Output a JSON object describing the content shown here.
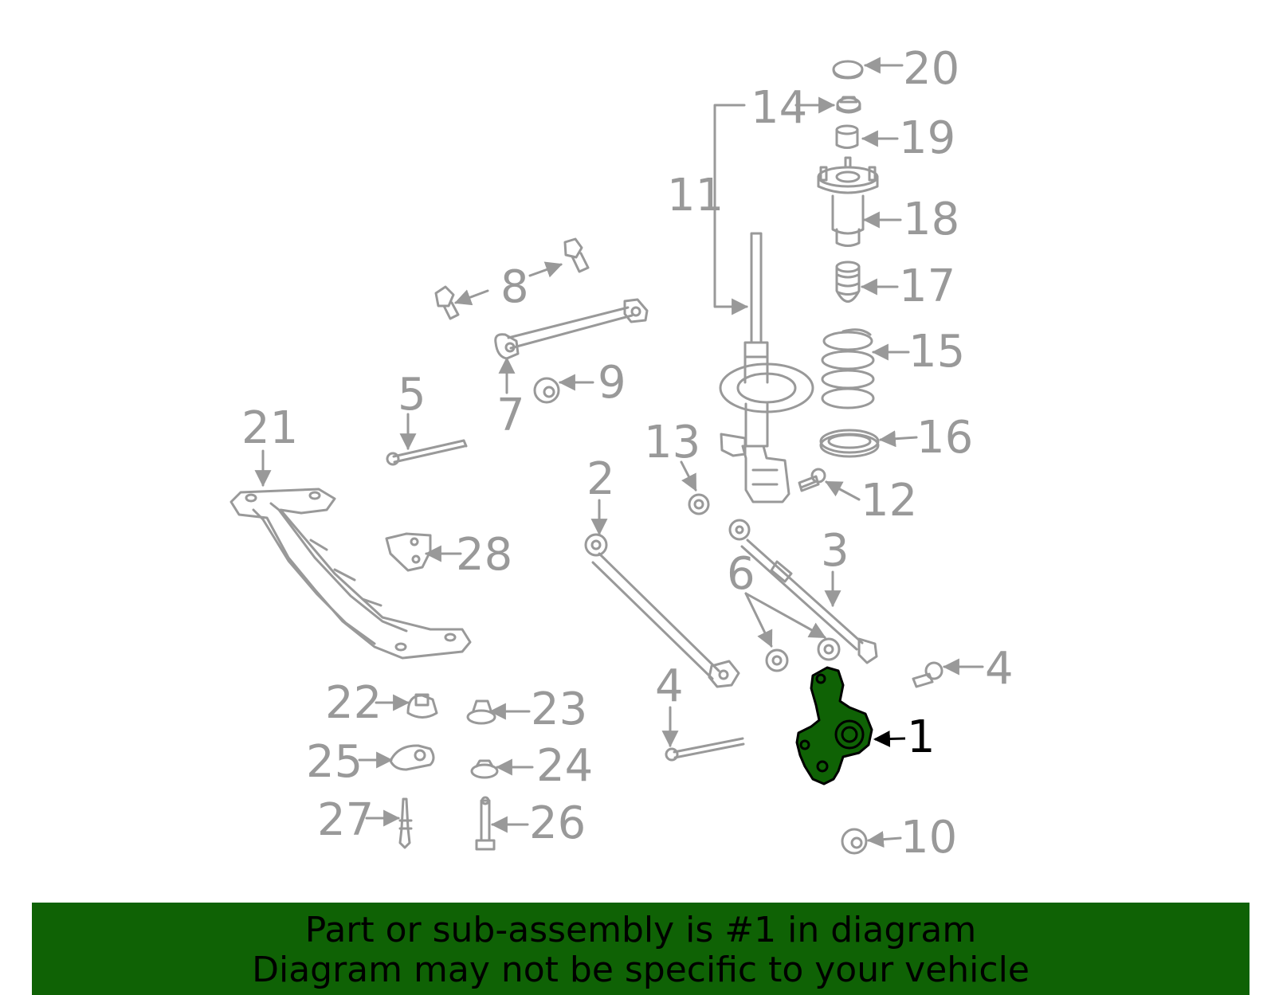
{
  "colors": {
    "part_stroke": "#999999",
    "label": "#999999",
    "highlight_fill": "#0f6205",
    "highlight_label": "#000000",
    "banner_bg": "#0f6205"
  },
  "callouts": {
    "c1": "1",
    "c2": "2",
    "c3": "3",
    "c4a": "4",
    "c4b": "4",
    "c5": "5",
    "c6": "6",
    "c7": "7",
    "c8": "8",
    "c9": "9",
    "c10": "10",
    "c11": "11",
    "c12": "12",
    "c13": "13",
    "c14": "14",
    "c15": "15",
    "c16": "16",
    "c17": "17",
    "c18": "18",
    "c19": "19",
    "c20": "20",
    "c21": "21",
    "c22": "22",
    "c23": "23",
    "c24": "24",
    "c25": "25",
    "c26": "26",
    "c27": "27",
    "c28": "28"
  },
  "highlighted_part": "1",
  "banner": {
    "line1": "Part or sub-assembly is #1 in diagram",
    "line2": "Diagram may not be specific to your vehicle"
  }
}
